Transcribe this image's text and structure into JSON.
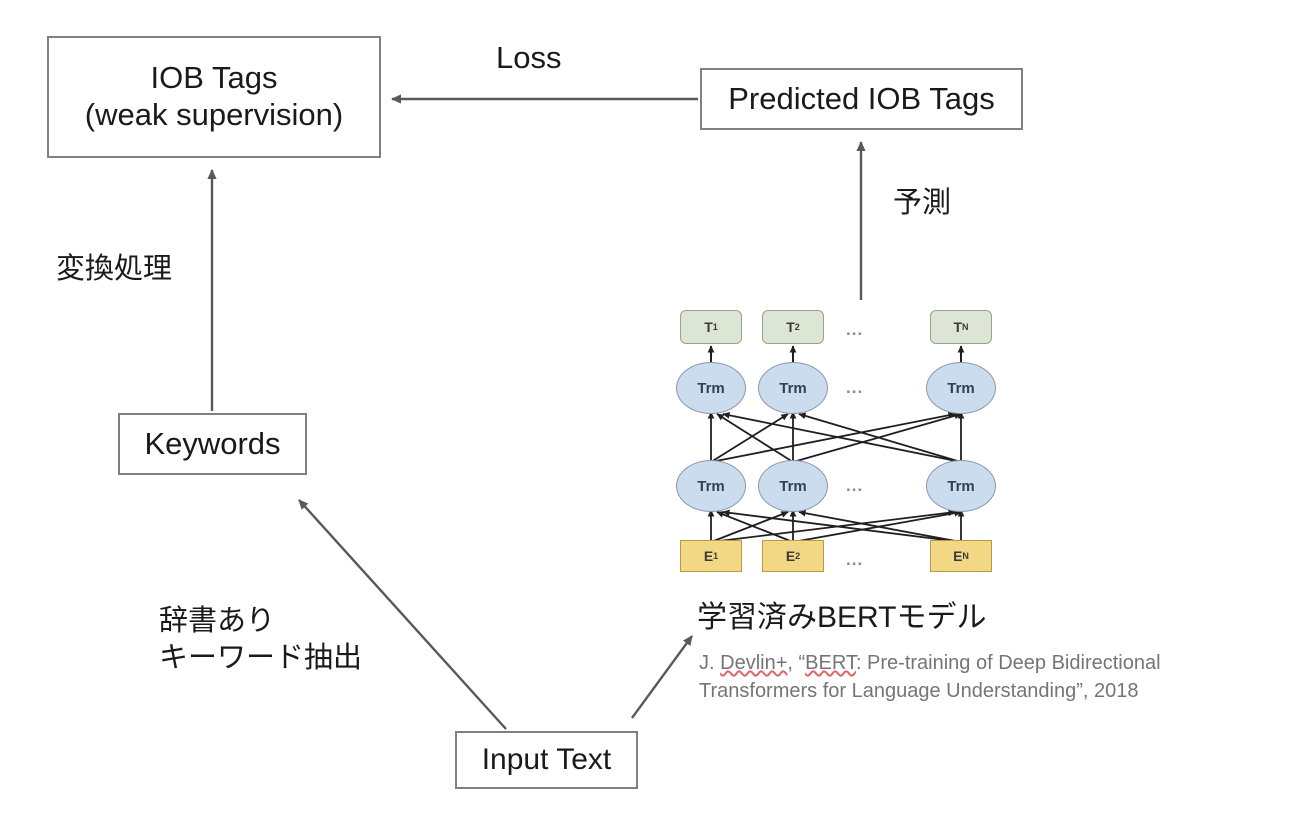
{
  "diagram": {
    "title": "Weak supervision IOB tagging pipeline with pre-trained BERT",
    "boxes": {
      "iob_tags": "IOB Tags\n(weak supervision)",
      "keywords": "Keywords",
      "input_text": "Input Text",
      "predicted_iob_tags": "Predicted IOB Tags"
    },
    "edge_labels": {
      "loss": "Loss",
      "conversion": "変換処理",
      "prediction": "予測",
      "keyword_extraction": "辞書あり\nキーワード抽出"
    },
    "bert": {
      "caption": "学習済みBERTモデル",
      "citation_line1_a": "J. ",
      "citation_line1_b": "Devlin+",
      "citation_line1_c": ", “",
      "citation_line1_d": "BERT",
      "citation_line1_e": ": Pre-training of Deep Bidirectional",
      "citation_line2": "Transformers for Language Understanding”, 2018",
      "citation_full": "J. Devlin+, “BERT: Pre-training of Deep Bidirectional Transformers for Language Understanding”, 2018",
      "output_tokens": [
        {
          "label": "T",
          "sub": "1"
        },
        {
          "label": "T",
          "sub": "2"
        },
        {
          "label": "T",
          "sub": "N"
        }
      ],
      "input_embeddings": [
        {
          "label": "E",
          "sub": "1"
        },
        {
          "label": "E",
          "sub": "2"
        },
        {
          "label": "E",
          "sub": "N"
        }
      ],
      "transformer_label": "Trm",
      "transformer_layers": 2,
      "transformers_per_layer": 3,
      "ellipsis": "...",
      "colors": {
        "output_token_fill": "#dde6d5",
        "output_token_stroke": "#9aa391",
        "transformer_fill": "#ccdcef",
        "transformer_stroke": "#8c97a5",
        "embedding_fill": "#f2d785",
        "embedding_stroke": "#b79b45"
      }
    },
    "colors": {
      "background": "#ffffff",
      "box_stroke": "#808080",
      "text": "#1a1a1a",
      "arrow": "#595959",
      "citation_text": "#757575",
      "spellcheck_underline": "#e06666"
    }
  }
}
